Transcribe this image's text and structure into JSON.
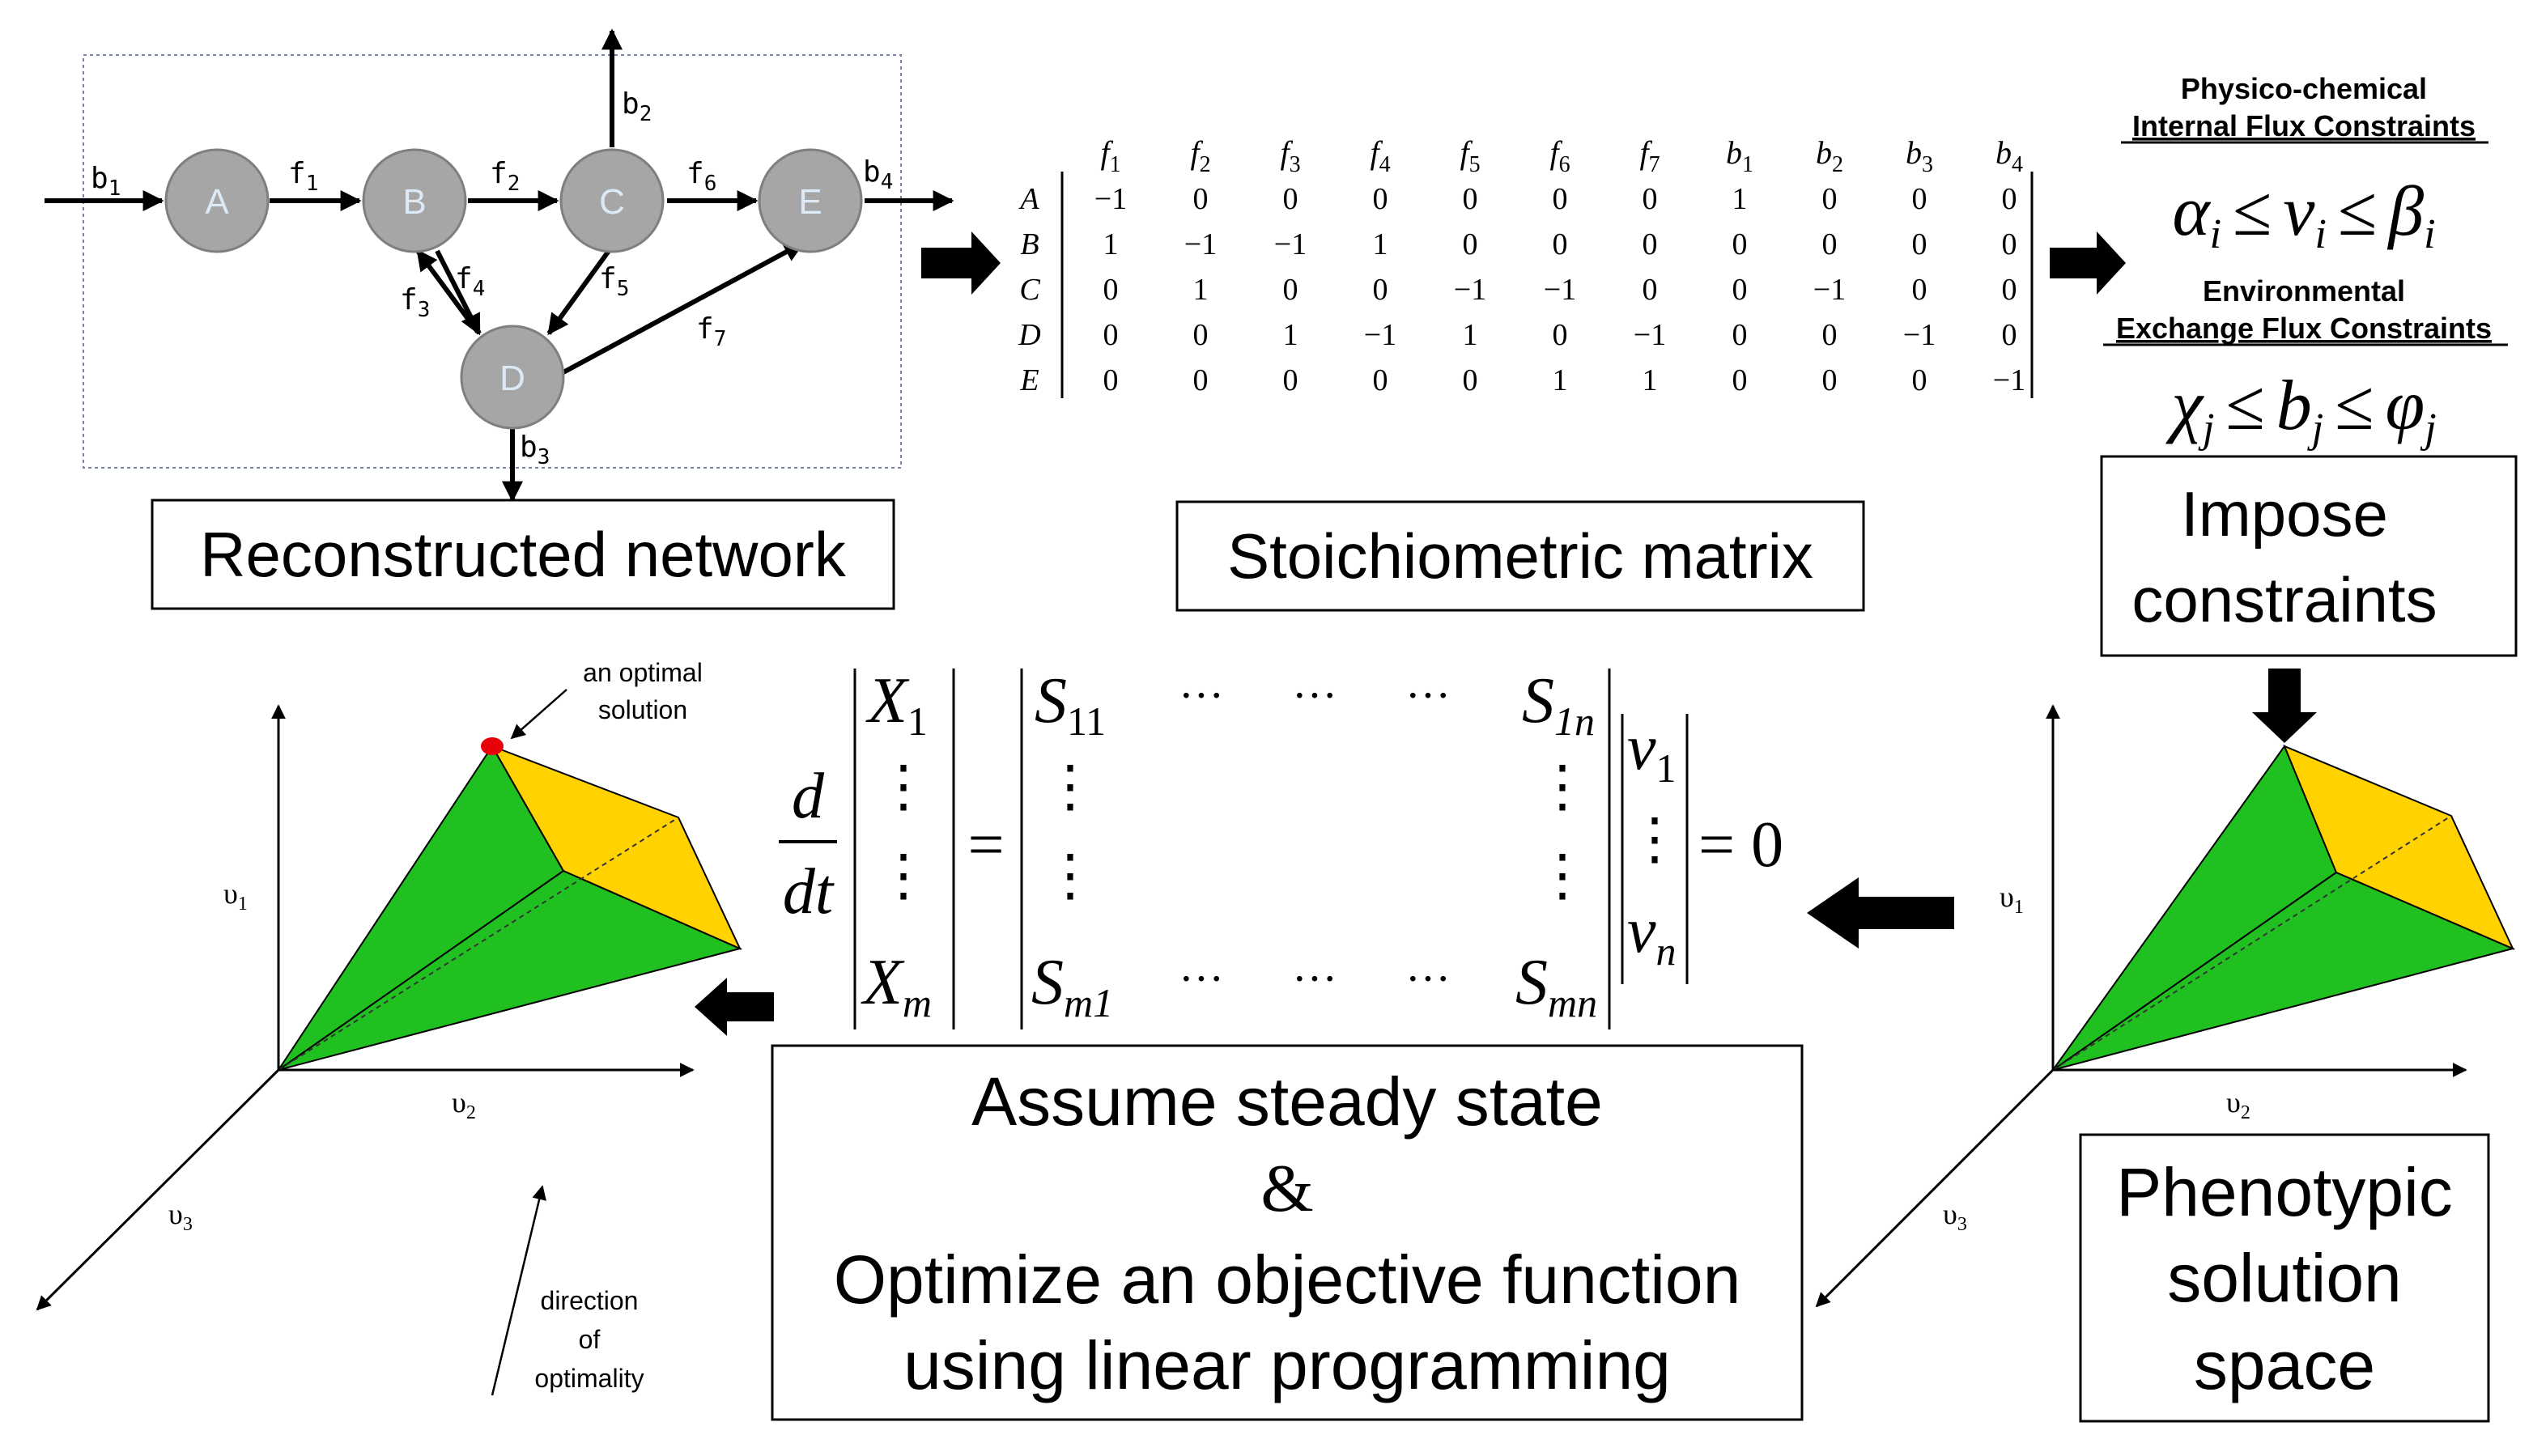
{
  "network": {
    "nodes": [
      "A",
      "B",
      "C",
      "D",
      "E"
    ],
    "edges": [
      "b",
      "f",
      "f",
      "f",
      "f",
      "f",
      "f",
      "f",
      "b",
      "b",
      "b"
    ],
    "edge_subs": [
      "1",
      "1",
      "2",
      "3",
      "4",
      "5",
      "6",
      "7",
      "2",
      "3",
      "4"
    ],
    "label": "Reconstructed network"
  },
  "matrix": {
    "col_letters": [
      "f",
      "f",
      "f",
      "f",
      "f",
      "f",
      "f",
      "b",
      "b",
      "b",
      "b"
    ],
    "col_subs": [
      "1",
      "2",
      "3",
      "4",
      "5",
      "6",
      "7",
      "1",
      "2",
      "3",
      "4"
    ],
    "row_labels": [
      "A",
      "B",
      "C",
      "D",
      "E"
    ],
    "rows": [
      [
        "−1",
        "0",
        "0",
        "0",
        "0",
        "0",
        "0",
        "1",
        "0",
        "0",
        "0"
      ],
      [
        "1",
        "−1",
        "−1",
        "1",
        "0",
        "0",
        "0",
        "0",
        "0",
        "0",
        "0"
      ],
      [
        "0",
        "1",
        "0",
        "0",
        "−1",
        "−1",
        "0",
        "0",
        "−1",
        "0",
        "0"
      ],
      [
        "0",
        "0",
        "1",
        "−1",
        "1",
        "0",
        "−1",
        "0",
        "0",
        "−1",
        "0"
      ],
      [
        "0",
        "0",
        "0",
        "0",
        "0",
        "1",
        "1",
        "0",
        "0",
        "0",
        "−1"
      ]
    ],
    "label": "Stoichiometric matrix"
  },
  "constraints": {
    "heading1": "Physico-chemical",
    "heading1_underlined": "Internal Flux Constraints",
    "formula1": {
      "lower": "α",
      "lsub": "i",
      "mid": "v",
      "msub": "i",
      "upper": "β",
      "usub": "i",
      "rel": "≤"
    },
    "heading2": "Environmental",
    "heading2_underlined": "Exchange Flux Constraints",
    "formula2": {
      "lower": "χ",
      "lsub": "j",
      "mid": "b",
      "msub": "j",
      "upper": "φ",
      "usub": "j",
      "rel": "≤"
    },
    "label_line1": "Impose",
    "label_line2": "constraints"
  },
  "equation": {
    "d": "d",
    "dt": "dt",
    "X1": "X",
    "X1_sub": "1",
    "Xm": "X",
    "Xm_sub": "m",
    "S11": "S",
    "S11_sub": "11",
    "S1n": "S",
    "S1n_sub": "1n",
    "Sm1": "S",
    "Sm1_sub": "m1",
    "Smn": "S",
    "Smn_sub": "mn",
    "v1": "ν",
    "v1_sub": "1",
    "vn": "ν",
    "vn_sub": "n",
    "equals": "=",
    "rhs": "= 0",
    "hdots": "···",
    "vdots": "⋮"
  },
  "steady_state": {
    "line1": "Assume steady state",
    "line2": "&",
    "line3": "Optimize an objective function",
    "line4": "using linear programming"
  },
  "left_plot": {
    "axis_y": "υ",
    "axis_y_sub": "1",
    "axis_x": "υ",
    "axis_x_sub": "2",
    "axis_z": "υ",
    "axis_z_sub": "3",
    "annotation_line1": "an optimal",
    "annotation_line2": "solution",
    "direction_line1": "direction",
    "direction_line2": "of",
    "direction_line3": "optimality"
  },
  "right_plot": {
    "axis_y": "υ",
    "axis_y_sub": "1",
    "axis_x": "υ",
    "axis_x_sub": "2",
    "axis_z": "υ",
    "axis_z_sub": "3",
    "label_line1": "Phenotypic",
    "label_line2": "solution",
    "label_line3": "space"
  },
  "colors": {
    "node_fill": "#a6a6a6",
    "node_text": "#dce9f7",
    "green_face": "#1fc01f",
    "yellow_face": "#ffd200",
    "optimal_point": "#e8000b"
  }
}
